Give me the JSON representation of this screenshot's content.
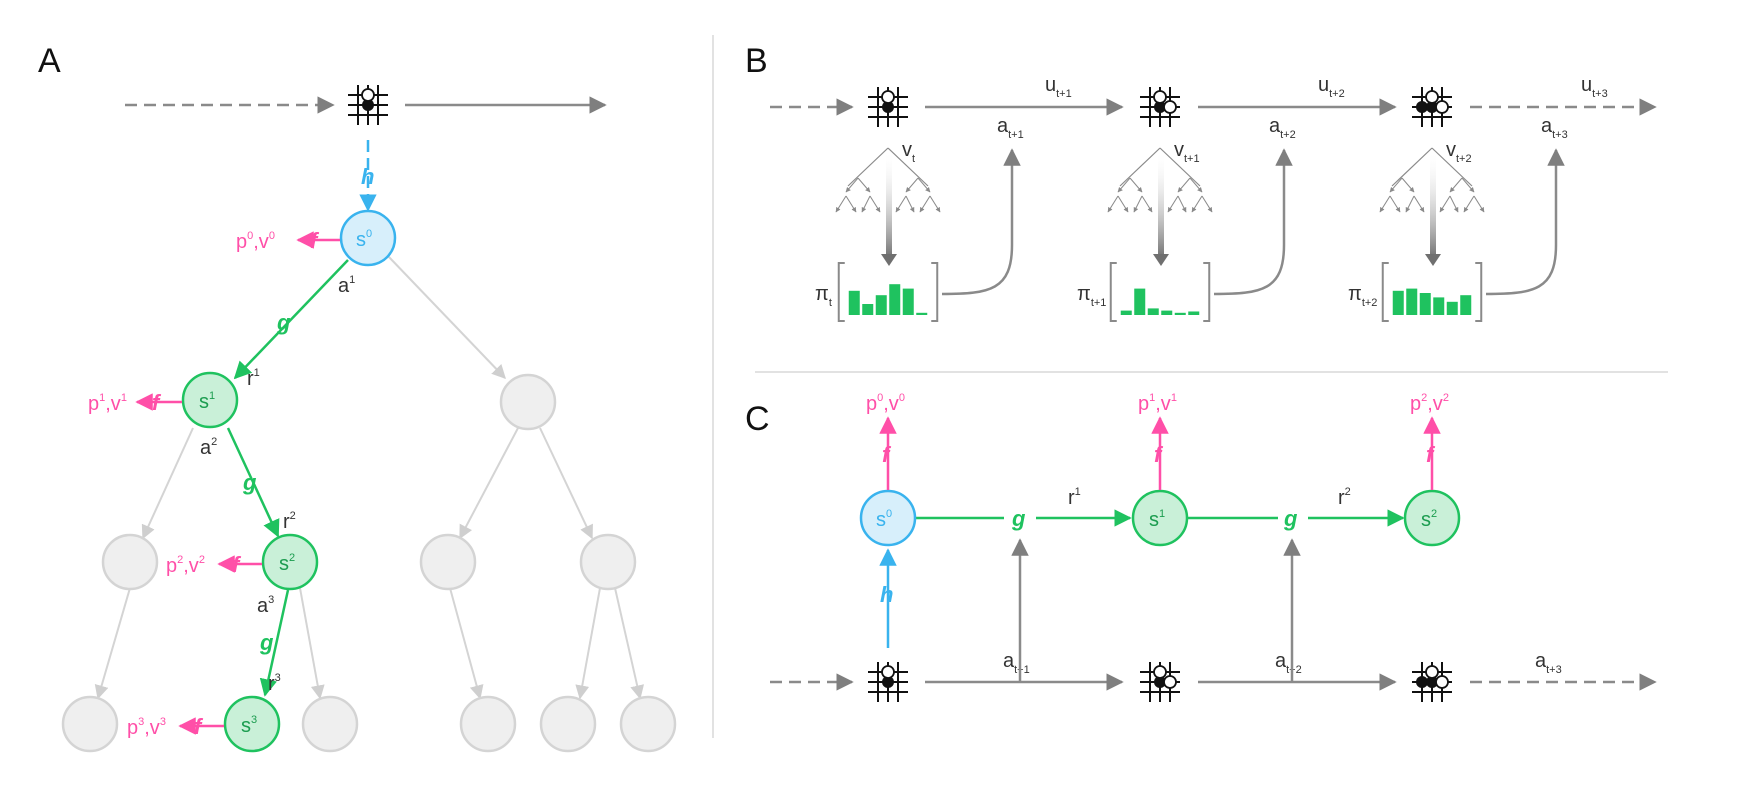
{
  "panels": {
    "a": "A",
    "b": "B",
    "c": "C"
  },
  "functions": {
    "h": "h",
    "g": "g",
    "f": "f"
  },
  "panelA": {
    "s0": "s",
    "s0_sup": "0",
    "s1": "s",
    "s1_sup": "1",
    "s2": "s",
    "s2_sup": "2",
    "s3": "s",
    "s3_sup": "3",
    "out0": "p",
    "out0_sup": "0",
    "out0_v": ",v",
    "out0_vsup": "0",
    "out1": "p",
    "out1_sup": "1",
    "out1_v": ",v",
    "out1_vsup": "1",
    "out2": "p",
    "out2_sup": "2",
    "out2_v": ",v",
    "out2_vsup": "2",
    "out3": "p",
    "out3_sup": "3",
    "out3_v": ",v",
    "out3_vsup": "3",
    "a1": "a",
    "a1_sup": "1",
    "a2": "a",
    "a2_sup": "2",
    "a3": "a",
    "a3_sup": "3",
    "r1": "r",
    "r1_sup": "1",
    "r2": "r",
    "r2_sup": "2",
    "r3": "r",
    "r3_sup": "3"
  },
  "panelB": {
    "steps": [
      {
        "v": "v",
        "v_sub": "t",
        "pi": "π",
        "pi_sub": "t",
        "a": "a",
        "a_sub": "t+1",
        "u": "u",
        "u_sub": "t+1",
        "policy": [
          0.55,
          0.25,
          0.45,
          0.7,
          0.6,
          0.05
        ]
      },
      {
        "v": "v",
        "v_sub": "t+1",
        "pi": "π",
        "pi_sub": "t+1",
        "a": "a",
        "a_sub": "t+2",
        "u": "u",
        "u_sub": "t+2",
        "policy": [
          0.1,
          0.6,
          0.15,
          0.1,
          0.05,
          0.08
        ]
      },
      {
        "v": "v",
        "v_sub": "t+2",
        "pi": "π",
        "pi_sub": "t+2",
        "a": "a",
        "a_sub": "t+3",
        "u": "u",
        "u_sub": "t+3",
        "policy": [
          0.55,
          0.6,
          0.5,
          0.4,
          0.3,
          0.45
        ]
      }
    ]
  },
  "panelC": {
    "s0": "s",
    "s0_sup": "0",
    "s1": "s",
    "s1_sup": "1",
    "s2": "s",
    "s2_sup": "2",
    "out0": "p",
    "out0_sup": "0",
    "out0_v": ",v",
    "out0_vsup": "0",
    "out1": "p",
    "out1_sup": "1",
    "out1_v": ",v",
    "out1_vsup": "1",
    "out2": "p",
    "out2_sup": "2",
    "out2_v": ",v",
    "out2_vsup": "2",
    "r1": "r",
    "r1_sup": "1",
    "r2": "r",
    "r2_sup": "2",
    "a1": "a",
    "a1_sub": "t+1",
    "a2": "a",
    "a2_sub": "t+2",
    "a3": "a",
    "a3_sub": "t+3"
  },
  "colors": {
    "blue": "#39b3ee",
    "green": "#1fc25f",
    "pink": "#ff4fa8",
    "grey": "#7f7f7f",
    "lightgrey": "#d4d4d4"
  }
}
